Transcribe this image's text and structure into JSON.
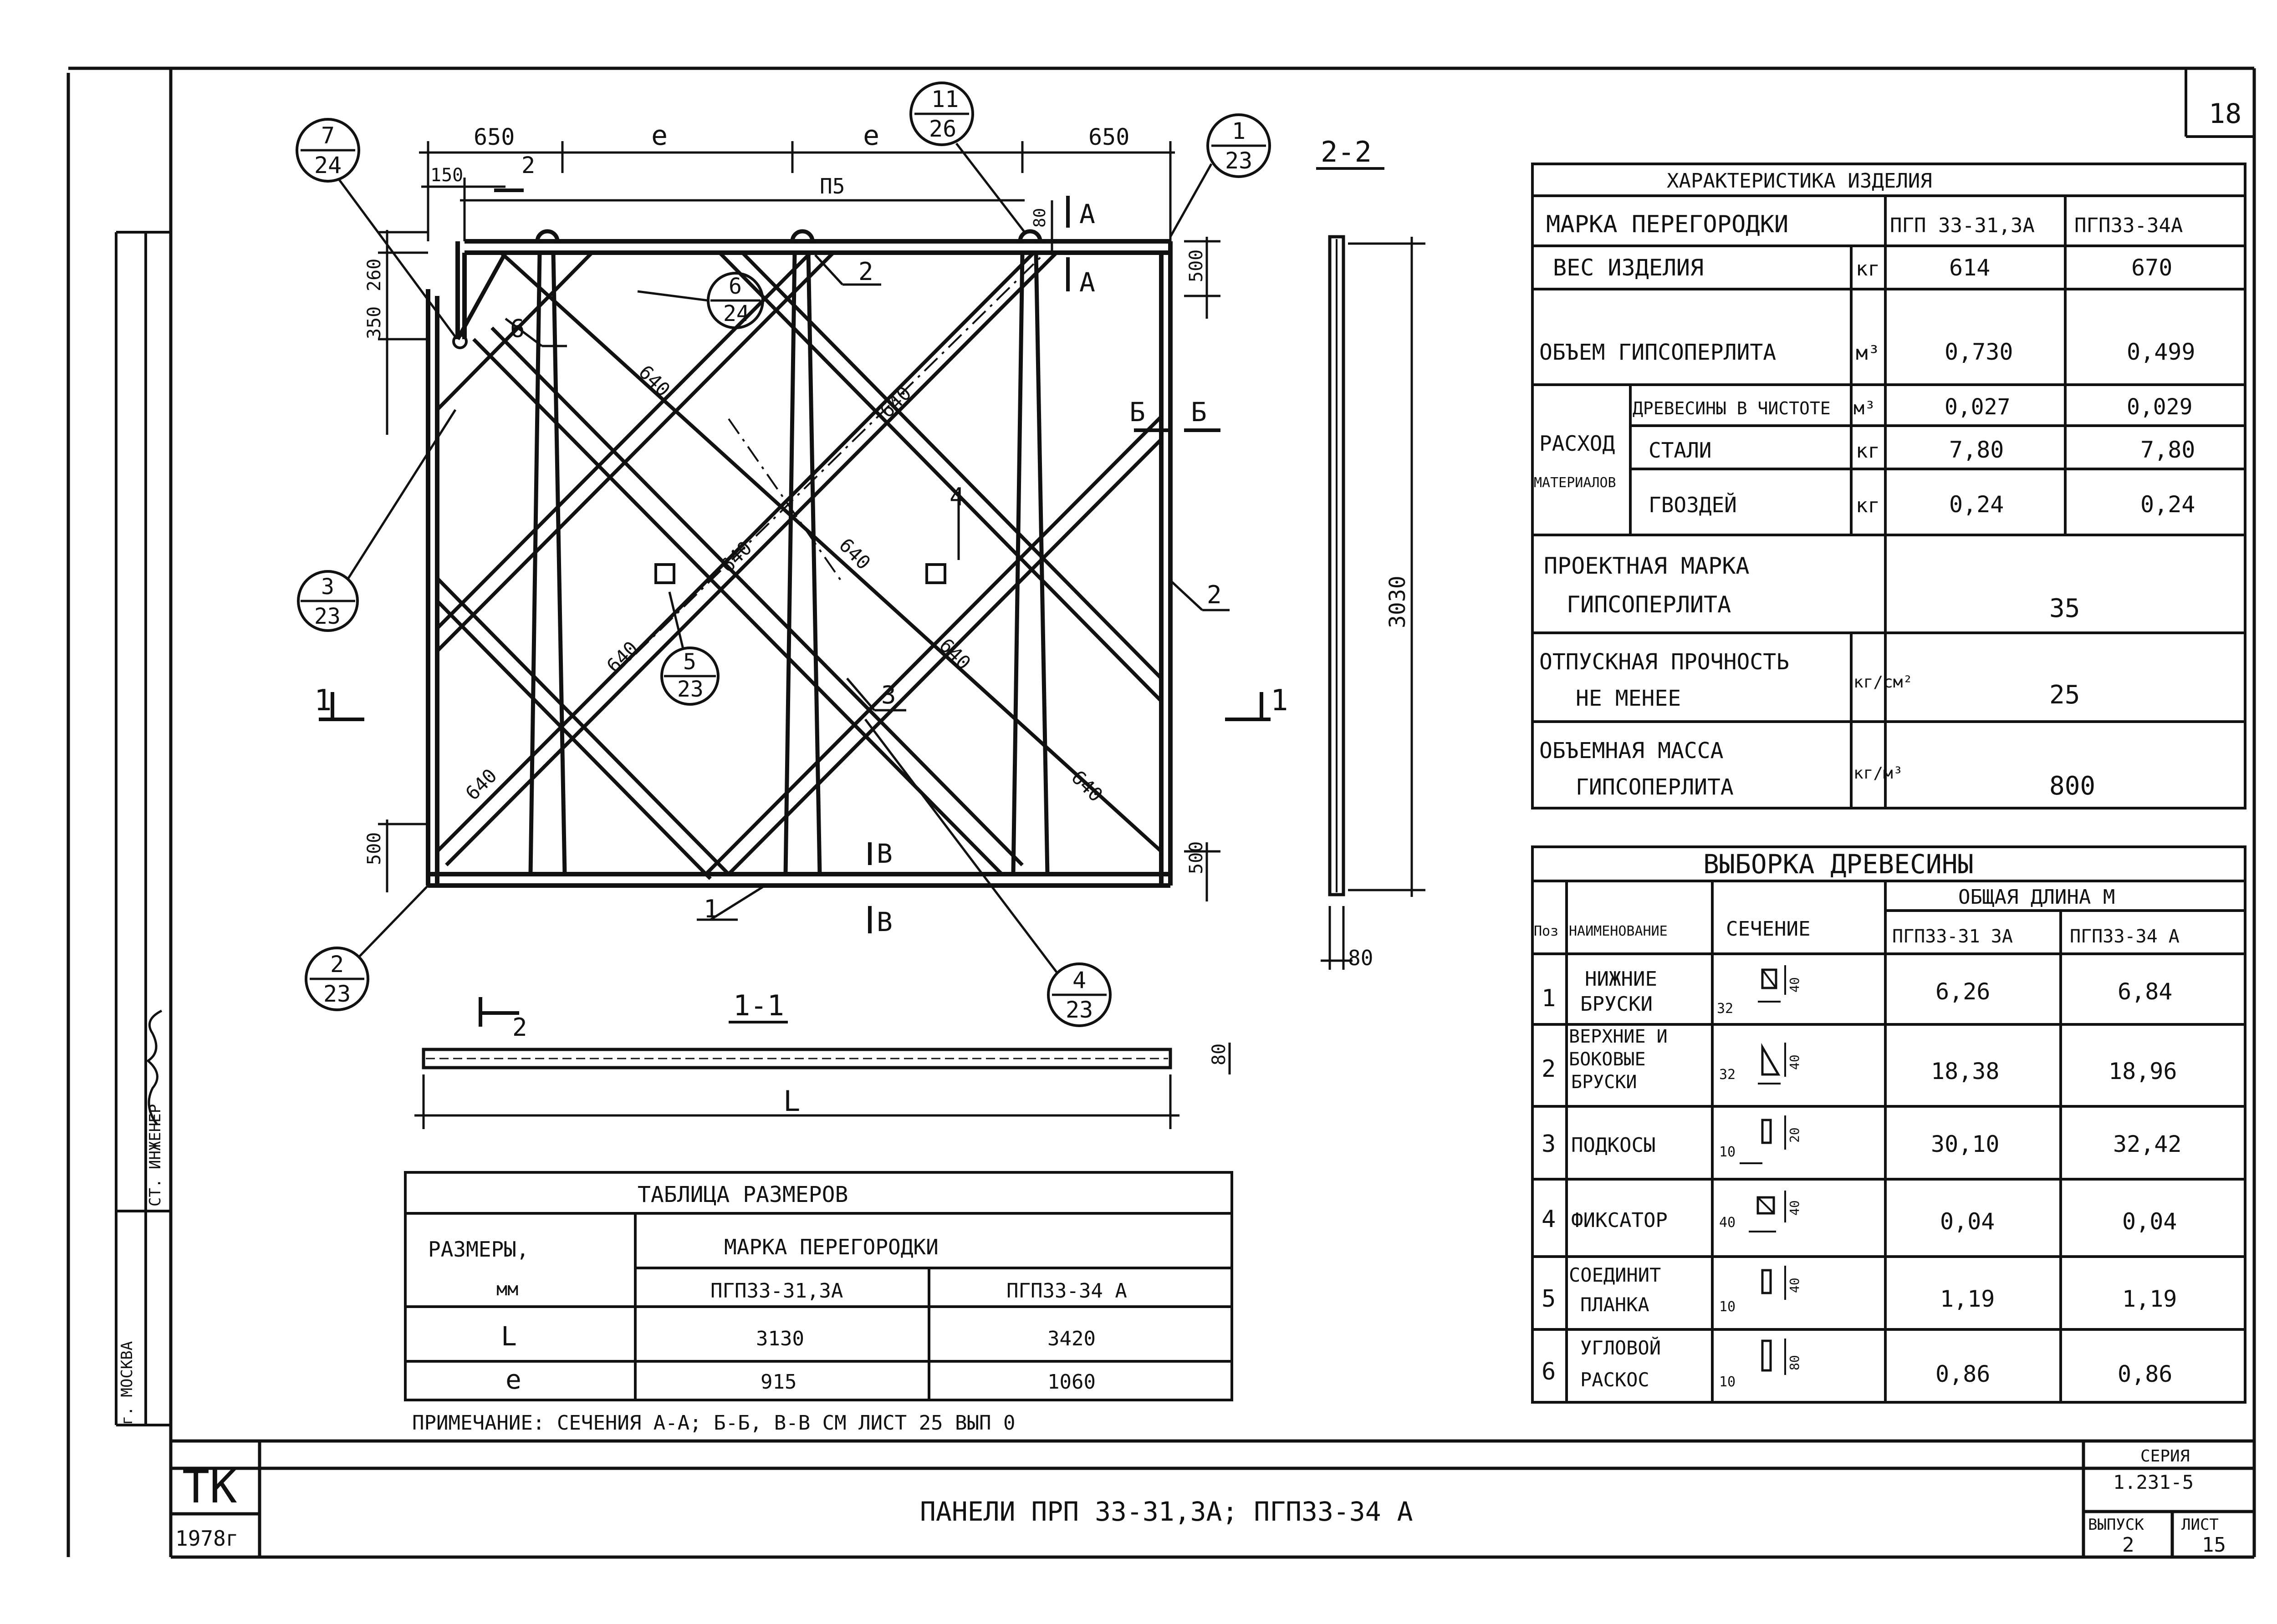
{
  "sheet_number": "18",
  "series_block": {
    "label": "СЕРИЯ",
    "value": "1.231-5",
    "issue_label": "ВЫПУСК",
    "issue": "2",
    "sheet_label": "ЛИСТ",
    "sheet": "15"
  },
  "title_block": {
    "org": "ТК",
    "year": "1978г",
    "title": "ПАНЕЛИ  ПРП 33-31,3А; ПГП33-34 А",
    "engineer_label": "СТ. ИНЖЕНЕР",
    "city_label": "г. МОСКВА"
  },
  "views": {
    "section_2_2": "2-2",
    "section_1_1": "1-1",
    "mark_1": "1",
    "mark_2": "2",
    "mark_A": "А",
    "mark_B": "Б",
    "mark_V": "В"
  },
  "callouts": [
    {
      "top": "7",
      "bottom": "24"
    },
    {
      "top": "11",
      "bottom": "26"
    },
    {
      "top": "1",
      "bottom": "23"
    },
    {
      "top": "6",
      "bottom": "24"
    },
    {
      "top": "3",
      "bottom": "23"
    },
    {
      "top": "5",
      "bottom": "23"
    },
    {
      "top": "2",
      "bottom": "23"
    },
    {
      "top": "4",
      "bottom": "23"
    }
  ],
  "dimensions": {
    "d650": "650",
    "e": "e",
    "d150": "150",
    "d2": "2",
    "p5": "П5",
    "d80": "80",
    "d260": "260",
    "d350": "350",
    "d500": "500",
    "d640": "640",
    "d3030": "3030",
    "L": "L",
    "pos1": "1",
    "pos2": "2",
    "pos3": "3",
    "pos4": "4",
    "pos6": "6"
  },
  "characteristics": {
    "title": "ХАРАКТЕРИСТИКА  ИЗДЕЛИЯ",
    "col_mark": "МАРКА  ПЕРЕГОРОДКИ",
    "col_a": "ПГП 33-31,3А",
    "col_b": "ПГП33-34А",
    "weight_label": "ВЕС  ИЗДЕЛИЯ",
    "weight_unit": "кг",
    "weight_a": "614",
    "weight_b": "670",
    "volume_label": "ОБЪЕМ ГИПСОПЕРЛИТА",
    "volume_unit": "м³",
    "volume_a": "0,730",
    "volume_b": "0,499",
    "consumption_label_1": "РАСХОД",
    "consumption_label_2": "МАТЕРИАЛОВ",
    "wood_label": "ДРЕВЕСИНЫ В ЧИСТОТЕ",
    "wood_unit": "м³",
    "wood_a": "0,027",
    "wood_b": "0,029",
    "steel_label": "СТАЛИ",
    "steel_unit": "кг",
    "steel_a": "7,80",
    "steel_b": "7,80",
    "nails_label": "ГВОЗДЕЙ",
    "nails_unit": "кг",
    "nails_a": "0,24",
    "nails_b": "0,24",
    "design_label_1": "ПРОЕКТНАЯ  МАРКА",
    "design_label_2": "ГИПСОПЕРЛИТА",
    "design_value": "35",
    "strength_label_1": "ОТПУСКНАЯ  ПРОЧНОСТЬ",
    "strength_label_2": "НЕ  МЕНЕЕ",
    "strength_unit": "кг/см²",
    "strength_value": "25",
    "density_label_1": "ОБЪЕМНАЯ  МАССА",
    "density_label_2": "ГИПСОПЕРЛИТА",
    "density_unit": "кг/м³",
    "density_value": "800"
  },
  "wood_table": {
    "title": "ВЫБОРКА  ДРЕВЕСИНЫ",
    "col_pos": "Поз",
    "col_name": "НАИМЕНОВАНИЕ",
    "col_section": "СЕЧЕНИЕ",
    "col_total": "ОБЩАЯ  ДЛИНА  М",
    "col_a": "ПГП33-31 3А",
    "col_b": "ПГП33-34 А",
    "rows": [
      {
        "pos": "1",
        "name1": "НИЖНИЕ",
        "name2": "БРУСКИ",
        "sec_w": "32",
        "sec_h": "40",
        "a": "6,26",
        "b": "6,84"
      },
      {
        "pos": "2",
        "name1": "ВЕРХНИЕ И",
        "name2": "БОКОВЫЕ",
        "name3": "БРУСКИ",
        "sec_w": "32",
        "sec_h": "40",
        "a": "18,38",
        "b": "18,96"
      },
      {
        "pos": "3",
        "name1": "ПОДКОСЫ",
        "sec_w": "10",
        "sec_h": "20",
        "a": "30,10",
        "b": "32,42"
      },
      {
        "pos": "4",
        "name1": "ФИКСАТОР",
        "sec_w": "40",
        "sec_h": "40",
        "a": "0,04",
        "b": "0,04"
      },
      {
        "pos": "5",
        "name1": "СОЕДИНИТ",
        "name2": "ПЛАНКА",
        "sec_w": "10",
        "sec_h": "40",
        "a": "1,19",
        "b": "1,19"
      },
      {
        "pos": "6",
        "name1": "УГЛОВОЙ",
        "name2": "РАСКОС",
        "sec_w": "10",
        "sec_h": "80",
        "a": "0,86",
        "b": "0,86"
      }
    ]
  },
  "sizes_table": {
    "title": "ТАБЛИЦА  РАЗМЕРОВ",
    "col_sizes_1": "РАЗМЕРЫ,",
    "col_sizes_2": "мм",
    "col_mark": "МАРКА  ПЕРЕГОРОДКИ",
    "col_a": "ПГП33-31,3А",
    "col_b": "ПГП33-34 А",
    "rows": [
      {
        "name": "L",
        "a": "3130",
        "b": "3420"
      },
      {
        "name": "e",
        "a": "915",
        "b": "1060"
      }
    ]
  },
  "note": "ПРИМЕЧАНИЕ: СЕЧЕНИЯ А-А; Б-Б, В-В СМ ЛИСТ 25 ВЫП 0"
}
